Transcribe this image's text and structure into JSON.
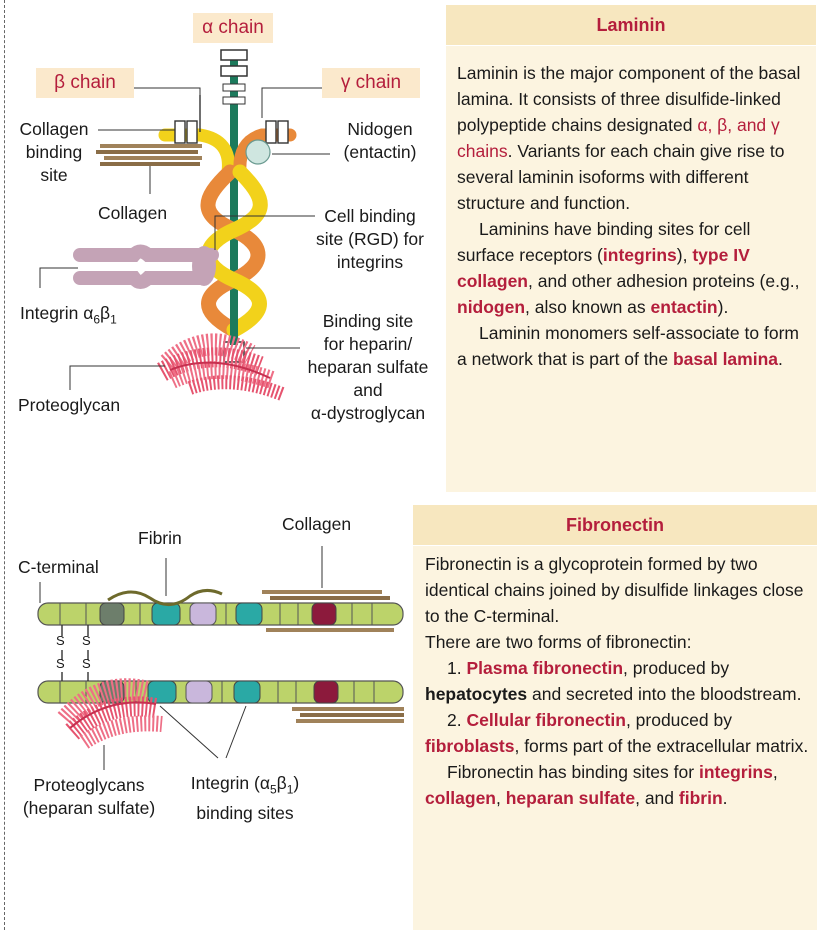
{
  "laminin": {
    "labels": {
      "alpha_chain": "α chain",
      "beta_chain": "β chain",
      "gamma_chain": "γ chain",
      "collagen_binding_site": [
        "Collagen",
        "binding",
        "site"
      ],
      "nidogen": [
        "Nidogen",
        "(entactin)"
      ],
      "collagen": "Collagen",
      "cell_binding_site": [
        "Cell binding",
        "site (RGD) for",
        "integrins"
      ],
      "integrin_a6b1": "Integrin α",
      "integrin_sub6": "6",
      "integrin_beta": "β",
      "integrin_sub1": "1",
      "heparin_site": [
        "Binding site",
        "for heparin/",
        "heparan sulfate",
        "and",
        "α-dystroglycan"
      ],
      "proteoglycan": "Proteoglycan"
    },
    "panel": {
      "title": "Laminin",
      "p1_a": "Laminin is the major component of the basal lamina. It consists of three disulfide-linked polypeptide chains designated ",
      "p1_greek": "α, β, and γ chains",
      "p1_b": ". Variants for each chain give rise to several laminin isoforms with different structure and function.",
      "p2_a": "Laminins have binding sites for cell surface receptors (",
      "p2_integrins": "integrins",
      "p2_b": "), ",
      "p2_collagen": "type IV collagen",
      "p2_c": ", and other adhesion proteins (e.g., ",
      "p2_nidogen": "nidogen",
      "p2_d": ", also known as ",
      "p2_entactin": "entactin",
      "p2_e": ").",
      "p3_a": "Laminin monomers self-associate to form a network that is part of the ",
      "p3_basal": "basal lamina",
      "p3_b": "."
    }
  },
  "fibronectin": {
    "labels": {
      "fibrin": "Fibrin",
      "collagen": "Collagen",
      "c_terminal": "C-terminal",
      "s": "S",
      "proteoglycans": [
        "Proteoglycans",
        "(heparan sulfate)"
      ],
      "integrin_line1_a": "Integrin (α",
      "integrin_sub5": "5",
      "integrin_beta": "β",
      "integrin_sub1": "1",
      "integrin_close": ")",
      "integrin_line2": "binding sites"
    },
    "panel": {
      "title": "Fibronectin",
      "p1": "Fibronectin is a glycoprotein formed by two identical chains joined by disulfide linkages close to the C-terminal.",
      "p2": "There are two forms of fibronectin:",
      "i1_num": "1. ",
      "i1_term": "Plasma fibronectin",
      "i1_a": ", produced by ",
      "i1_bold": "hepatocytes",
      "i1_b": " and secreted into the bloodstream.",
      "i2_num": "2. ",
      "i2_term": "Cellular fibronectin",
      "i2_a": ", produced by ",
      "i2_bold": "fibroblasts",
      "i2_b": ", forms part of the extracellular matrix.",
      "p4_a": "Fibronectin has binding sites for ",
      "p4_t1": "integrins",
      "p4_s1": ", ",
      "p4_t2": "collagen",
      "p4_s2": ", ",
      "p4_t3": "heparan sulfate",
      "p4_s3": ", and ",
      "p4_t4": "fibrin",
      "p4_end": "."
    }
  },
  "colors": {
    "accent_red": "#b41e3c",
    "panel_bg": "#fcf4e0",
    "header_bg": "#f7e7bf",
    "yellow_chain": "#f2d21b",
    "orange_chain": "#e8893a",
    "green_chain": "#1c7a5c",
    "fibronectin_green": "#bcd36a",
    "teal_domain": "#2aa9a5",
    "lilac_domain": "#c9b7dc",
    "maroon_domain": "#8c1a3c",
    "gray_domain": "#6d7e6b",
    "collagen_brown": "#a0825a",
    "proteoglycan_pink": "#ee6f86"
  }
}
